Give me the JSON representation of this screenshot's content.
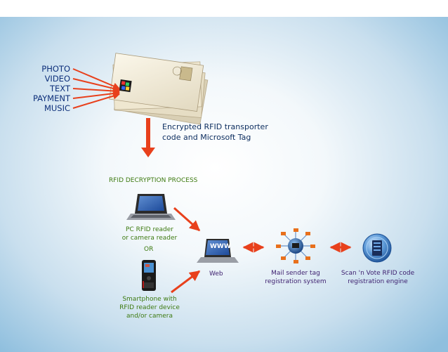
{
  "media_types": [
    "PHOTO",
    "VIDEO",
    "TEXT",
    "PAYMENT",
    "MUSIC"
  ],
  "encrypted_caption": [
    "Encrypted RFID transporter",
    "code and Microsoft Tag"
  ],
  "process_title": "RFID DECRYPTION PROCESS",
  "pc_label": [
    "PC RFID reader",
    "or camera reader"
  ],
  "or_label": "OR",
  "phone_label": [
    "Smartphone with",
    "RFID reader device",
    "and/or camera"
  ],
  "web_label": "Web",
  "web_screen_text": "WWW",
  "mail_label": [
    "Mail sender tag",
    "registration system"
  ],
  "engine_label": [
    "Scan 'n Vote RFID code",
    "registration engine"
  ],
  "colors": {
    "arrow": "#e8401c",
    "media_text": "#0d2f7a",
    "green_text": "#3d7a10",
    "purple_text": "#3c1e6e"
  }
}
